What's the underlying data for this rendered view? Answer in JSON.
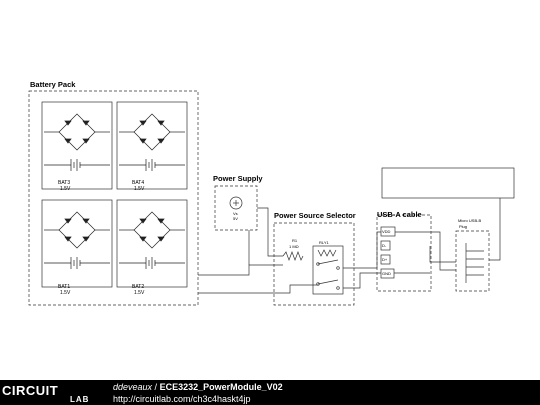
{
  "blocks": {
    "battery_pack": "Battery Pack",
    "power_supply": "Power Supply",
    "selector": "Power Source Selector",
    "usb_a": "USB-A cable",
    "micro_usb": "Micro USB-B",
    "micro_usb_sub": "Plug"
  },
  "batteries": [
    {
      "name": "BAT3",
      "voltage": "1.5V"
    },
    {
      "name": "BAT4",
      "voltage": "1.5V"
    },
    {
      "name": "BAT1",
      "voltage": "1.5V"
    },
    {
      "name": "BAT2",
      "voltage": "1.5V"
    }
  ],
  "supply": {
    "name": "Vs",
    "voltage": "5V"
  },
  "resistor": {
    "name": "R1",
    "value": "1 MΩ"
  },
  "relay": {
    "name": "RLY1"
  },
  "usb_pins": [
    "VDD",
    "D-",
    "D+",
    "GND"
  ],
  "footer": {
    "brand_top": "CIRCUIT",
    "brand_bottom": "LAB",
    "author": "ddeveaux",
    "separator": " / ",
    "project": "ECE3232_PowerModule_V02",
    "url": "http://circuitlab.com/ch3c4haskt4jp"
  },
  "colors": {
    "footer_bg": "#000000",
    "line": "#000000",
    "dash": "#555555"
  }
}
